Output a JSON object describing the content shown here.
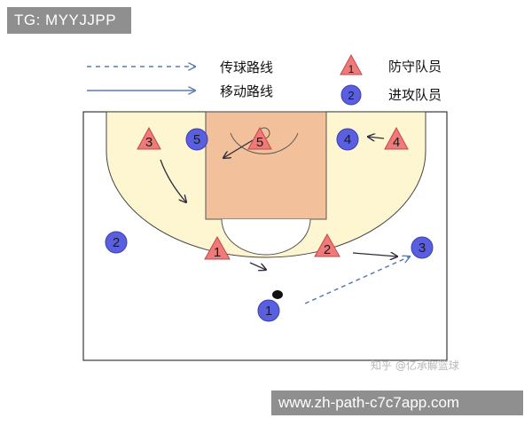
{
  "top_tag": "TG: MYYJJPP",
  "legend": {
    "pass_route": "传球路线",
    "move_route": "移动路线",
    "defender": "防守队员",
    "defender_example": "1",
    "attacker": "进攻队员",
    "attacker_example": "2"
  },
  "defenders": [
    "3",
    "5",
    "4",
    "1",
    "2"
  ],
  "attackers": [
    "5",
    "4",
    "2",
    "3",
    "1"
  ],
  "watermark": "知乎 @亿承解篮球",
  "url_bar": "www.zh-path-c7c7app.com",
  "colors": {
    "court_fill": "#fdf6d0",
    "paint_fill": "#f2c09a",
    "defender_fill": "#f07a7a",
    "attacker_fill": "#5a5fe0",
    "arrow": "#5b7ab0"
  }
}
